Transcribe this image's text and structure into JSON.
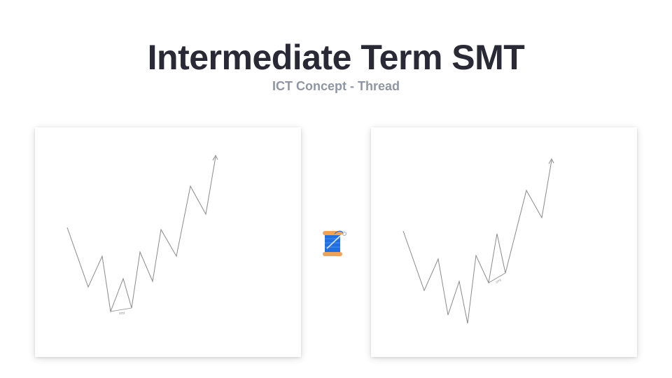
{
  "header": {
    "title": "Intermediate Term SMT",
    "subtitle": "ICT Concept - Thread"
  },
  "left_diagram": {
    "smt_label": "smt"
  },
  "right_diagram": {
    "smt_label": "smt"
  },
  "divider_icon": "thread-spool-icon",
  "colors": {
    "title": "#2a2a36",
    "subtitle": "#8e96a3",
    "line": "#8a8a8a",
    "spool_thread": "#1f6fe0",
    "spool_wood": "#f0a257"
  }
}
